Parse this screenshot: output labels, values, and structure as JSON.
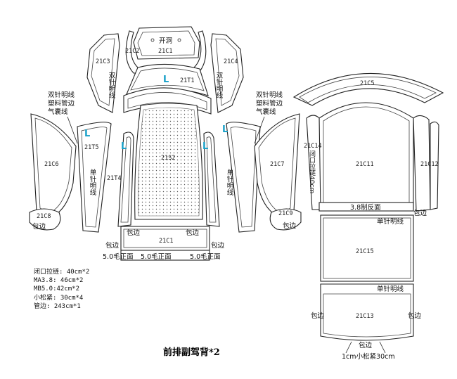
{
  "parts": {
    "c1_top": "21C1",
    "kaidong": "开洞",
    "c2": "21C2",
    "c3": "21C3",
    "c4": "21C4",
    "t1": "21T1",
    "c5": "21C5",
    "s2": "21S2",
    "t4": "21T4",
    "c6": "21C6",
    "c7": "21C7",
    "c8": "21C8",
    "c9": "21C9",
    "c1_bottom": "21C1",
    "c11": "21C11",
    "c12": "21C12",
    "c14": "21C14",
    "c15": "21C15",
    "c13": "21C13",
    "t5": "21T5"
  },
  "labels": {
    "double_needle_left": [
      "双针明线",
      "塑料管边",
      "气囊线"
    ],
    "double_needle_right": [
      "双针明线",
      "塑料管边",
      "气囊线"
    ],
    "double_needle_vertical_a": "双针明线",
    "double_needle_vertical_b": "双针明线",
    "single_needle_left": "单针明线",
    "single_needle_right": "单针明线",
    "single_needle_c15": "单针明线",
    "single_needle_c13": "单针明线",
    "binding": "包边",
    "binding_c8": "包边",
    "binding_c9": "包边",
    "binding_l1": "包边",
    "binding_l2": "包边",
    "binding_l3": "包边",
    "binding_l4": "包边",
    "binding_c13_left": "包边",
    "binding_c13_right": "包边",
    "binding_c13_bottom": "包边",
    "mao_left": "5.0毛正面",
    "mao_center": "5.0毛正面",
    "mao_right": "5.0毛正面",
    "reverse": "3.8制反面",
    "zipper_vertical": "闭口拉链40cm",
    "elastic": "1cm小松紧30cm",
    "L": "L"
  },
  "notes": [
    "闭口拉链: 40cm*2",
    "MA3.8: 46cm*2",
    "MB5.0:42cm*2",
    "小松紧: 30cm*4",
    "管边: 243cm*1"
  ],
  "title": "前排副驾背*2"
}
